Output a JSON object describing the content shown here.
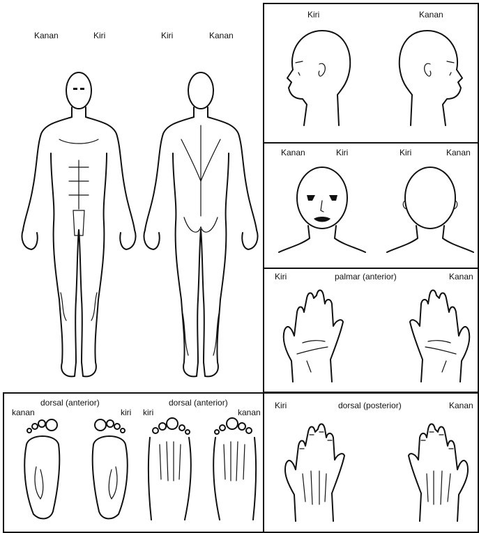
{
  "full_body": {
    "front_right": "Kanan",
    "front_left": "Kiri",
    "back_left": "Kiri",
    "back_right": "Kanan"
  },
  "head_profile": {
    "left": "Kiri",
    "right": "Kanan"
  },
  "head_front_back": {
    "front_right": "Kanan",
    "front_left": "Kiri",
    "back_left": "Kiri",
    "back_right": "Kanan"
  },
  "hands_palmar": {
    "left": "Kiri",
    "title": "palmar (anterior)",
    "right": "Kanan"
  },
  "feet": {
    "title_left": "dorsal (anterior)",
    "kanan_left": "kanan",
    "kiri_left": "kiri",
    "kiri_right": "kiri",
    "title_right": "dorsal (anterior)",
    "kanan_right": "kanan"
  },
  "hands_dorsal": {
    "left": "Kiri",
    "title": "dorsal (posterior)",
    "right": "Kanan"
  }
}
